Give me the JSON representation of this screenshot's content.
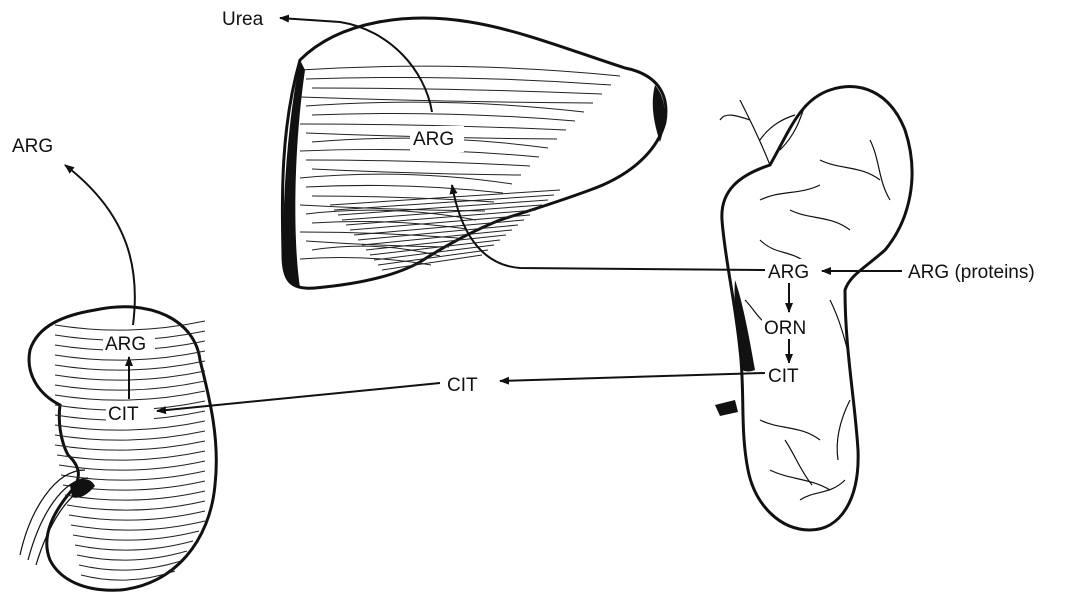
{
  "labels": {
    "urea": "Urea",
    "liver_arg": "ARG",
    "kidney_arg_out": "ARG",
    "kidney_arg": "ARG",
    "kidney_cit": "CIT",
    "mid_cit": "CIT",
    "intestine_arg": "ARG",
    "intestine_orn": "ORN",
    "intestine_cit": "CIT",
    "arg_proteins": "ARG (proteins)"
  }
}
